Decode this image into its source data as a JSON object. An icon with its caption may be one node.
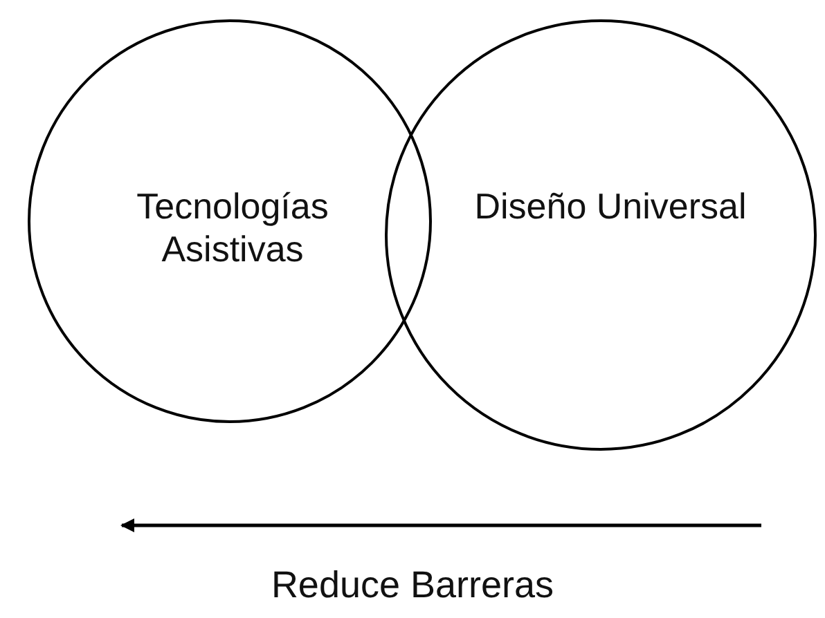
{
  "diagram": {
    "nodes": [
      {
        "text": [
          "Tecnologías Asistivas"
        ]
      },
      {
        "text": [
          "Diseño Universal"
        ]
      }
    ],
    "edges": [],
    "labels": [
      "Reduce Barreras"
    ]
  }
}
